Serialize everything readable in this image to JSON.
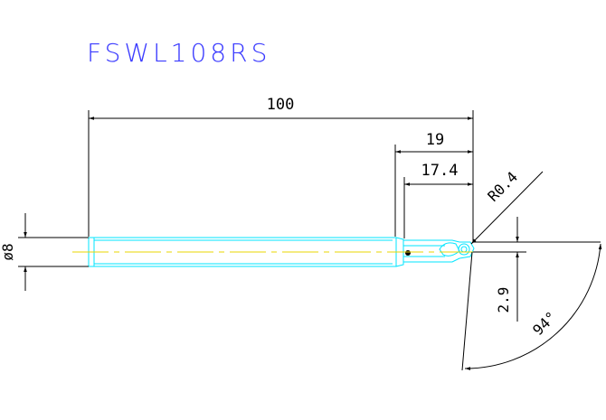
{
  "drawing": {
    "title": "FSWL108RS",
    "colors": {
      "title": "#3a3aff",
      "dimension": "#000000",
      "tool": "#00e5ff",
      "centerline": "#e8d400",
      "background": "#ffffff"
    }
  },
  "dimensions": {
    "overall_length": "100",
    "head_length": "19",
    "flute_length": "17.4",
    "corner_radius": "R0.4",
    "shank_diameter": "ø8",
    "tip_offset": "2.9",
    "approach_angle": "94°"
  }
}
